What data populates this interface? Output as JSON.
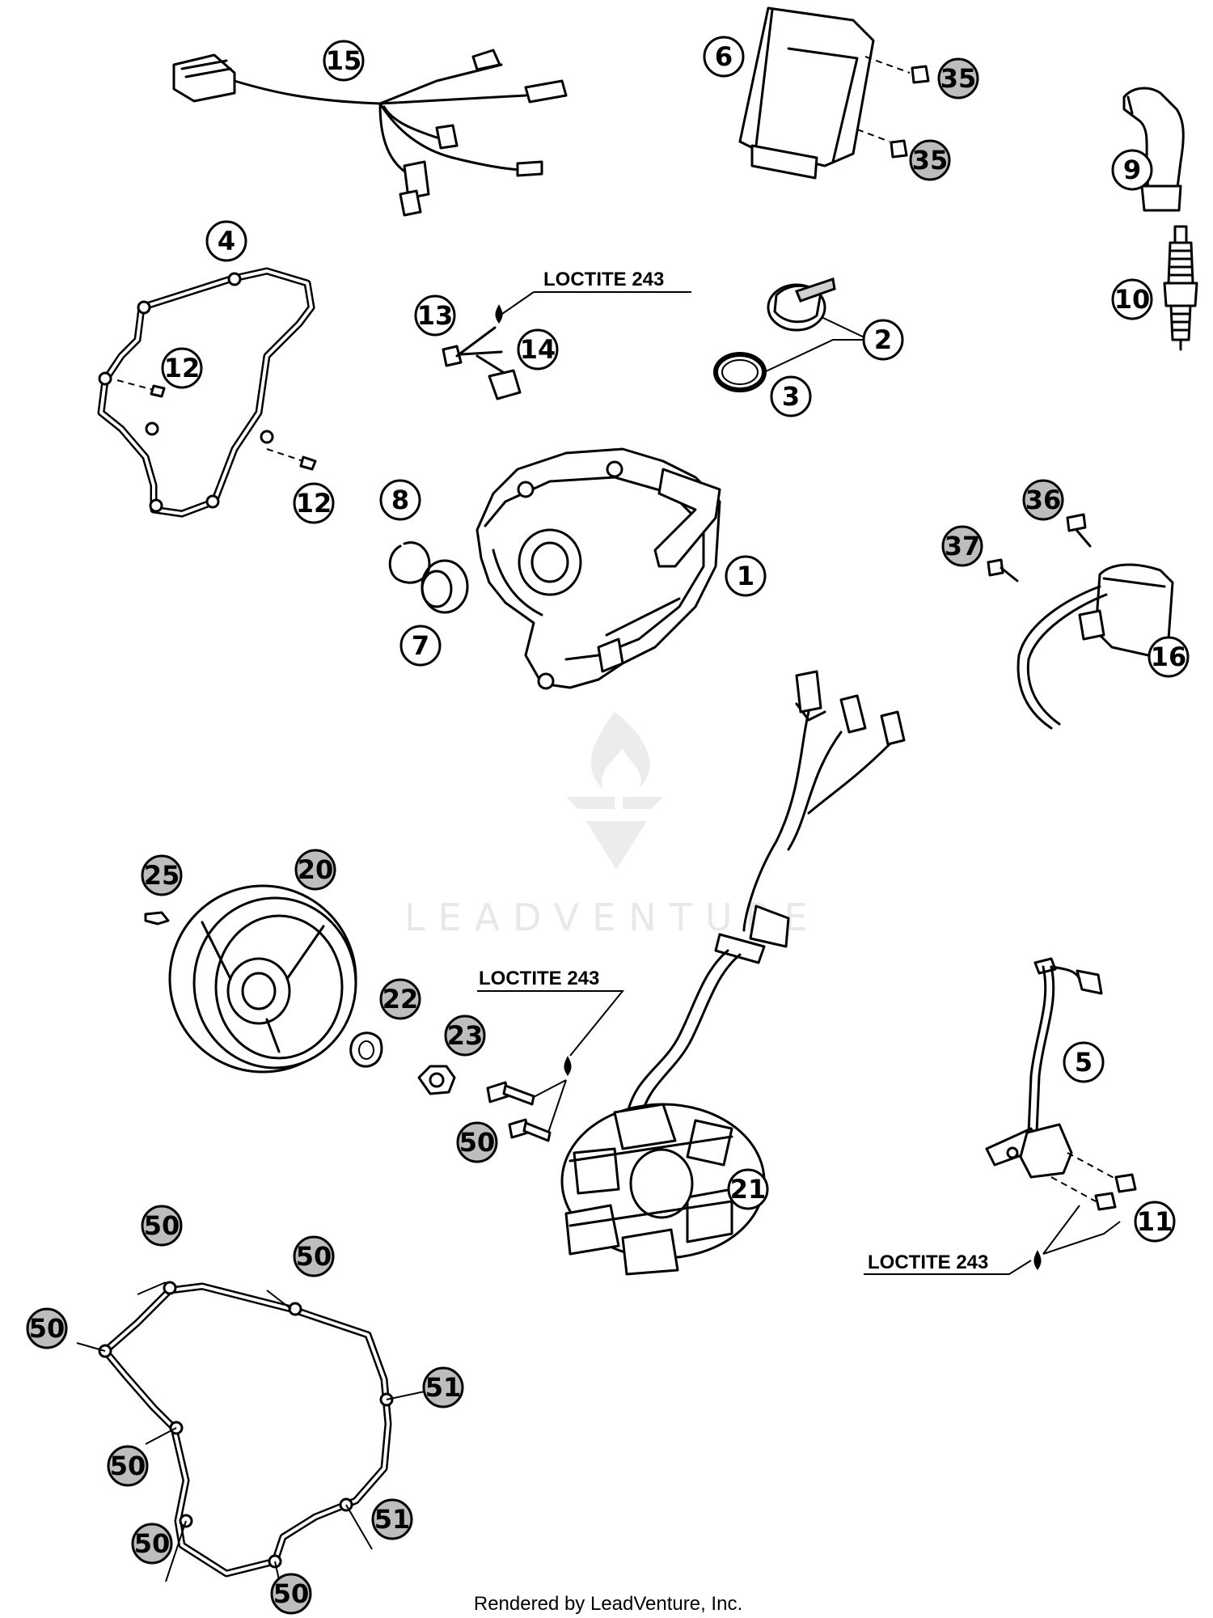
{
  "callouts": {
    "c1": "1",
    "c2": "2",
    "c3": "3",
    "c4": "4",
    "c5": "5",
    "c6": "6",
    "c7": "7",
    "c8": "8",
    "c9": "9",
    "c10": "10",
    "c11": "11",
    "c12a": "12",
    "c12b": "12",
    "c13": "13",
    "c14": "14",
    "c15": "15",
    "c16": "16",
    "c20": "20",
    "c21": "21",
    "c22": "22",
    "c23": "23",
    "c25": "25",
    "c35a": "35",
    "c35b": "35",
    "c36": "36",
    "c37": "37",
    "c50a": "50",
    "c50b": "50",
    "c50c": "50",
    "c50d": "50",
    "c50e": "50",
    "c50f": "50",
    "c50g": "50",
    "c51a": "51",
    "c51b": "51"
  },
  "labels": {
    "loctite_top": "LOCTITE 243",
    "loctite_mid": "LOCTITE 243",
    "loctite_bottom": "LOCTITE 243"
  },
  "watermark": {
    "text": "LEADVENTURE"
  },
  "footer": {
    "text": "Rendered by LeadVenture, Inc."
  },
  "colors": {
    "line": "#000000",
    "grey_callout": "#bdbdbd",
    "watermark": "#e8e8e8"
  }
}
